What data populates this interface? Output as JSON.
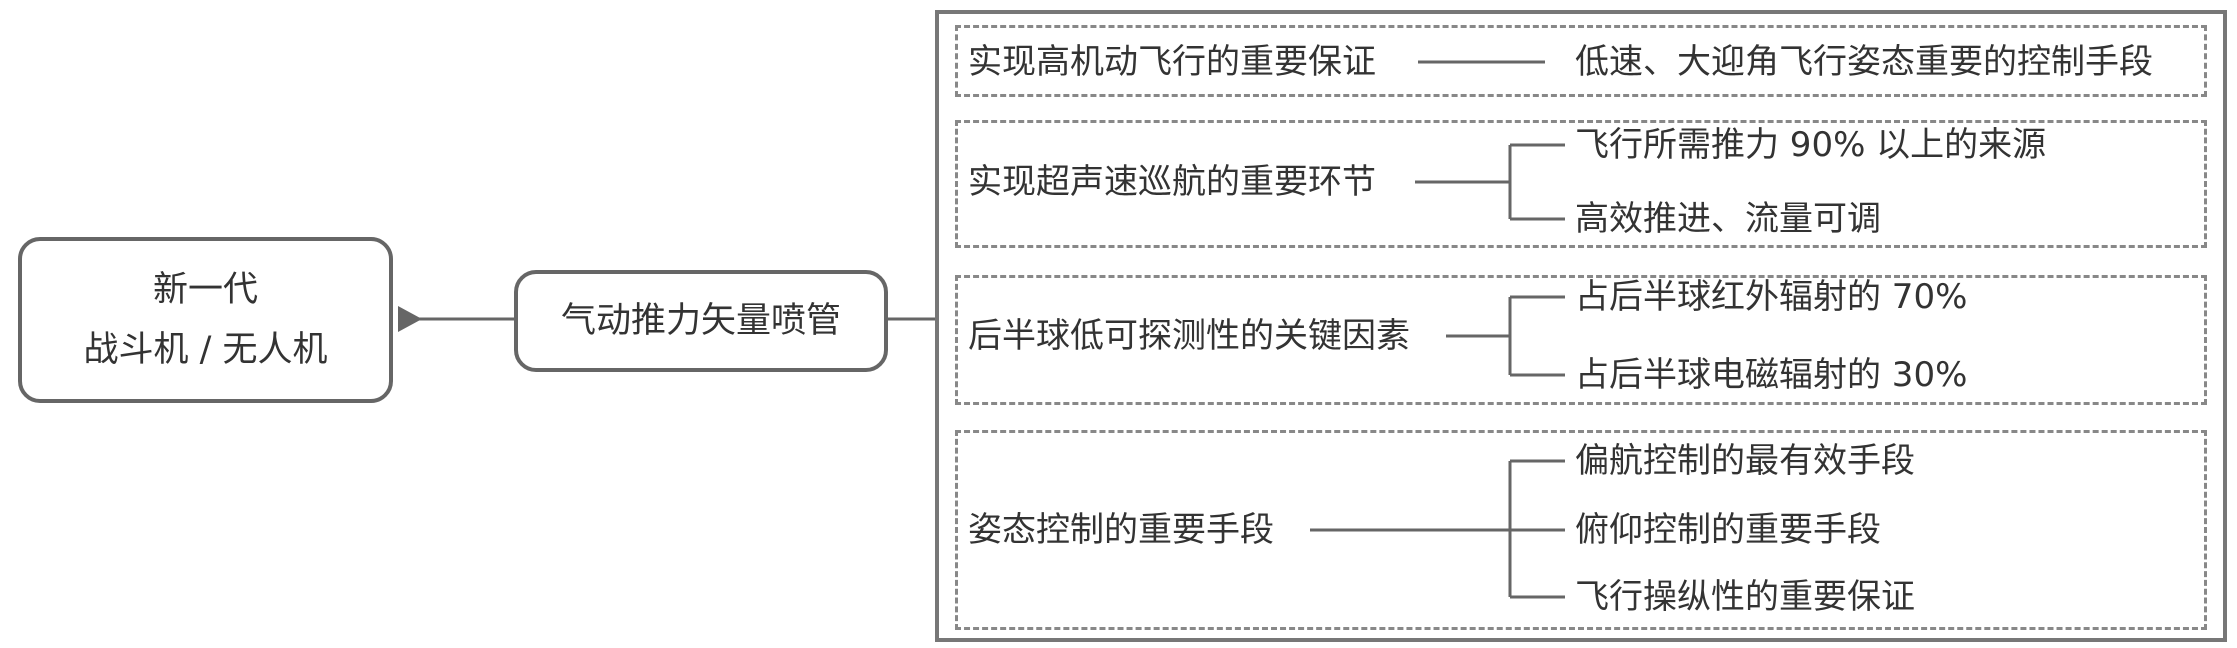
{
  "root": {
    "line1": "新一代",
    "line2": "战斗机 / 无人机"
  },
  "hub": {
    "label": "气动推力矢量喷管"
  },
  "groups": [
    {
      "title": "实现高机动飞行的重要保证",
      "items": [
        "低速、大迎角飞行姿态重要的控制手段"
      ]
    },
    {
      "title": "实现超声速巡航的重要环节",
      "items": [
        "飞行所需推力 90% 以上的来源",
        "高效推进、流量可调"
      ]
    },
    {
      "title": "后半球低可探测性的关键因素",
      "items": [
        "占后半球红外辐射的 70%",
        "占后半球电磁辐射的 30%"
      ]
    },
    {
      "title": "姿态控制的重要手段",
      "items": [
        "偏航控制的最有效手段",
        "俯仰控制的重要手段",
        "飞行操纵性的重要保证"
      ]
    }
  ]
}
